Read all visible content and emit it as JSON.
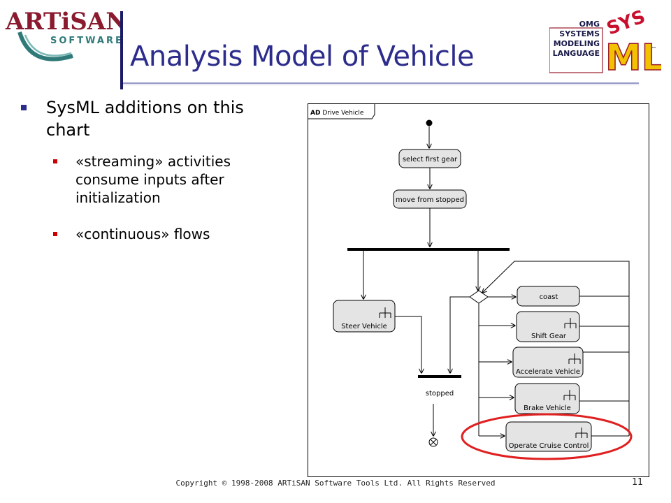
{
  "header": {
    "title": "Analysis Model of Vehicle",
    "left_logo": {
      "line1": "ARTiSAN",
      "line2": "SOFTWARE"
    },
    "right_logo": {
      "lines": [
        "OMG",
        "SYSTEMS",
        "MODELING",
        "LANGUAGE"
      ],
      "mark_top": "SYS",
      "mark_main": "ML",
      "tm": "™"
    }
  },
  "bullets": {
    "main": "SysML additions on this chart",
    "subs": [
      "«streaming» activities consume inputs after initialization",
      "«continuous» flows"
    ]
  },
  "diagram": {
    "frame_kind": "AD",
    "frame_name": "Drive Vehicle",
    "actions": {
      "select_first_gear": "select first gear",
      "move_from_stopped": "move from stopped",
      "steer_vehicle": "Steer Vehicle",
      "coast": "coast",
      "shift_gear": "Shift Gear",
      "accelerate_vehicle": "Accelerate Vehicle",
      "brake_vehicle": "Brake Vehicle",
      "operate_cruise_control": "Operate Cruise Control"
    },
    "stopped_label": "stopped",
    "highlight_color": "#e02020"
  },
  "footer": {
    "copyright": "Copyright © 1998-2008 ARTiSAN Software Tools Ltd.  All Rights Reserved",
    "page_number": "11"
  },
  "colors": {
    "title": "#2c2c8c",
    "bullet_main": "#2c2c8c",
    "bullet_sub": "#cc0000",
    "action_fill": "#e4e4e4"
  }
}
